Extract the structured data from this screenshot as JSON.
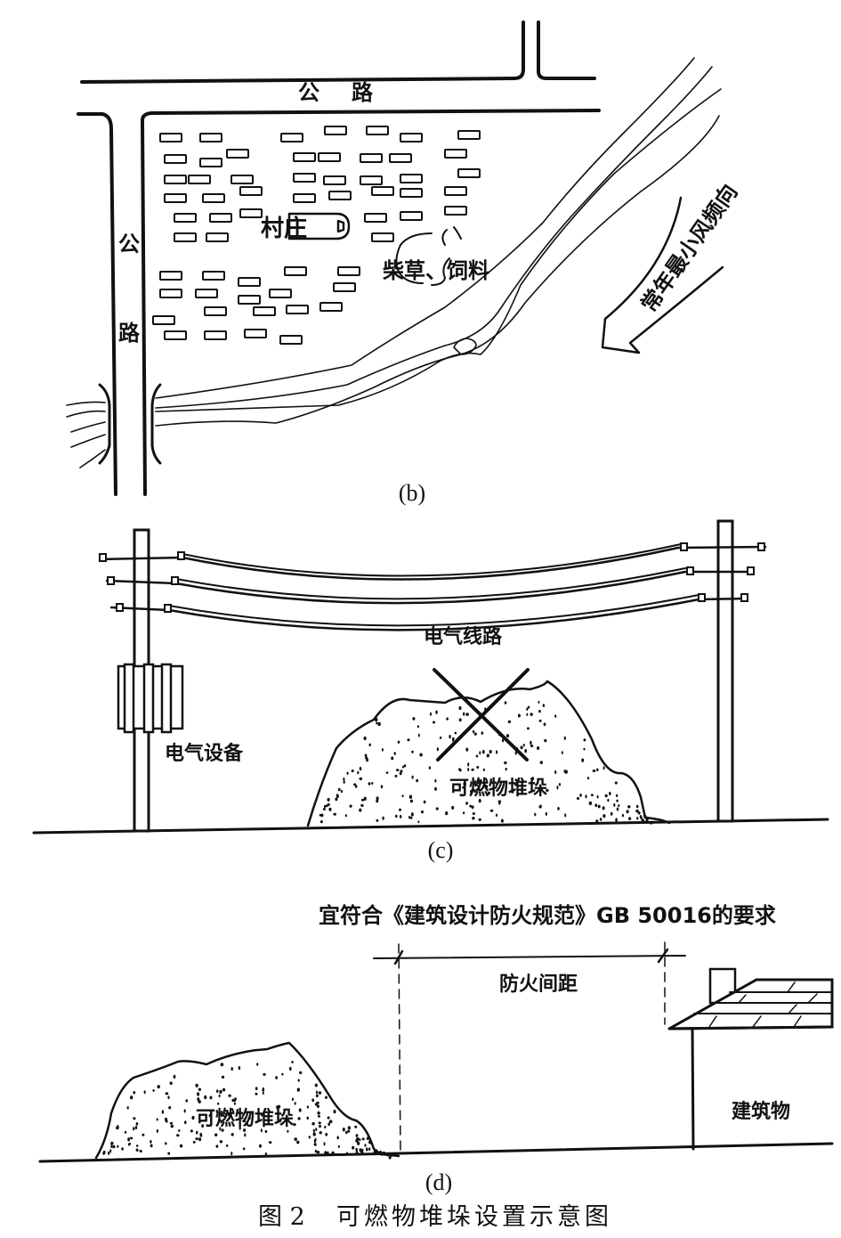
{
  "figure": {
    "caption_number": "图 2",
    "caption_title": "可燃物堆垛设置示意图"
  },
  "panel_b": {
    "label": "(b)",
    "road_top_label": [
      "公",
      "路"
    ],
    "road_left_label": [
      "公",
      "路"
    ],
    "village_label": "村庄",
    "stack_label": "柴草、饲料",
    "wind_label": "常年最小风频向"
  },
  "panel_c": {
    "label": "(c)",
    "power_line_label": "电气线路",
    "equipment_label": "电气设备",
    "stack_label": "可燃物堆垛",
    "prohibited_mark": "cross-mark"
  },
  "panel_d": {
    "label": "(d)",
    "requirement_text": "宜符合《建筑设计防火规范》GB 50016的要求",
    "distance_label": "防火间距",
    "stack_label": "可燃物堆垛",
    "building_label": "建筑物"
  }
}
